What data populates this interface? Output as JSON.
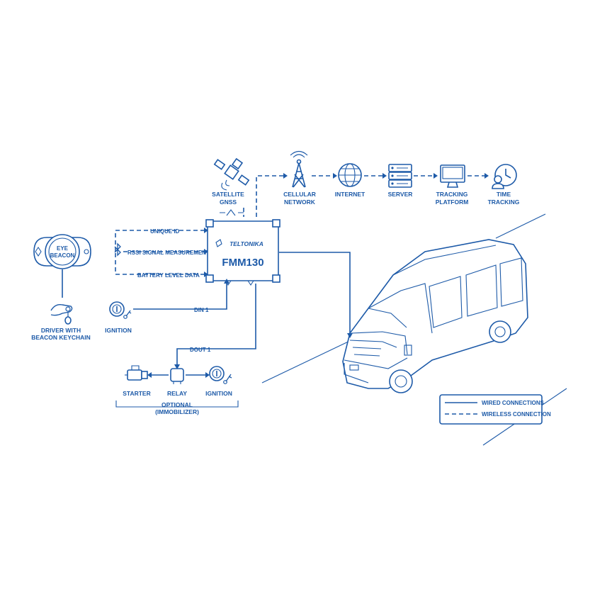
{
  "colors": {
    "primary": "#1d5aa8",
    "background": "#ffffff"
  },
  "device": {
    "brand": "TELTONIKA",
    "model": "FMM130"
  },
  "beacon": {
    "line1": "EYE",
    "line2": "BEACON"
  },
  "driver": {
    "line1": "DRIVER WITH",
    "line2": "BEACON KEYCHAIN"
  },
  "links": {
    "unique_id": "UNIQUE ID",
    "rssi": "RSSI SIGNAL MEASUREMENT",
    "battery": "BATTERY LEVEL DATA",
    "din1": "DIN 1",
    "dout1": "DOUT 1"
  },
  "satellite": {
    "line1": "SATELLITE",
    "line2": "GNSS"
  },
  "chain": [
    {
      "icon": "cell-tower-icon",
      "line1": "CELLULAR",
      "line2": "NETWORK"
    },
    {
      "icon": "globe-icon",
      "line1": "INTERNET",
      "line2": ""
    },
    {
      "icon": "server-icon",
      "line1": "SERVER",
      "line2": ""
    },
    {
      "icon": "monitor-icon",
      "line1": "TRACKING",
      "line2": "PLATFORM"
    },
    {
      "icon": "clock-user-icon",
      "line1": "TIME",
      "line2": "TRACKING"
    }
  ],
  "ignition_left": "IGNITION",
  "immobilizer": {
    "starter": "STARTER",
    "relay": "RELAY",
    "ignition": "IGNITION",
    "optional_line1": "OPTIONAL",
    "optional_line2": "(IMMOBILIZER)"
  },
  "legend": {
    "wired": "WIRED CONNECTIONS",
    "wireless": "WIRELESS CONNECTION"
  }
}
